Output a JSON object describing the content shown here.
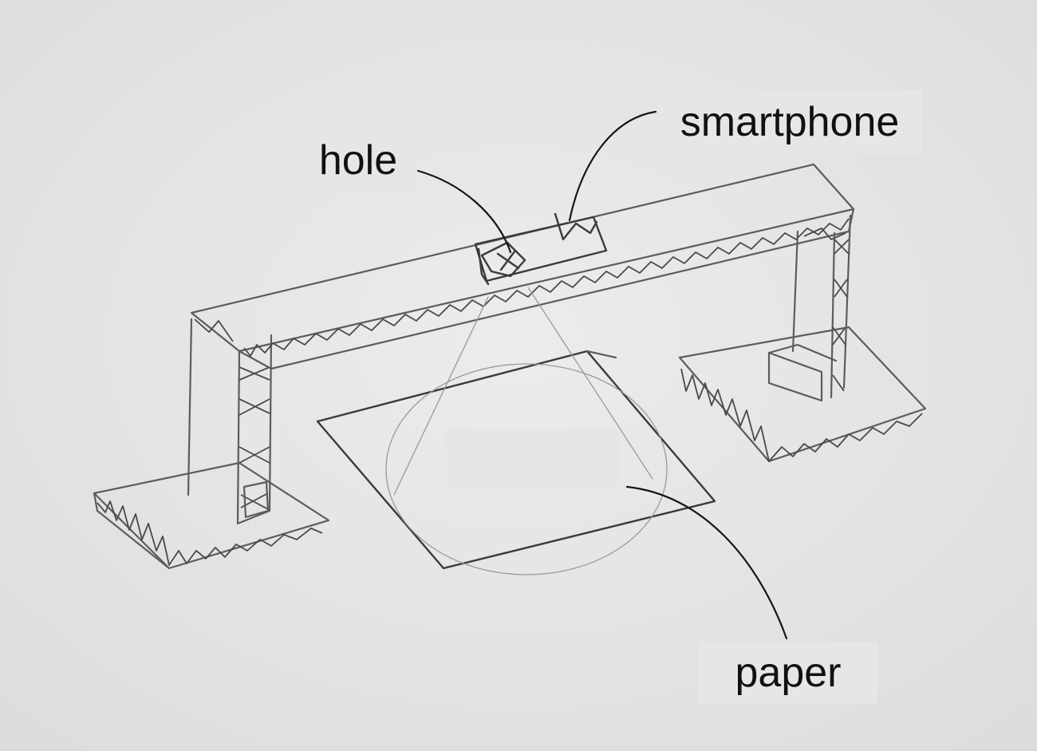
{
  "labels": {
    "smartphone": "smartphone",
    "hole": "hole",
    "paper": "paper"
  },
  "colors": {
    "background": "#e8e8e6",
    "pencil": "#5c5c5c",
    "ink": "#111111"
  }
}
